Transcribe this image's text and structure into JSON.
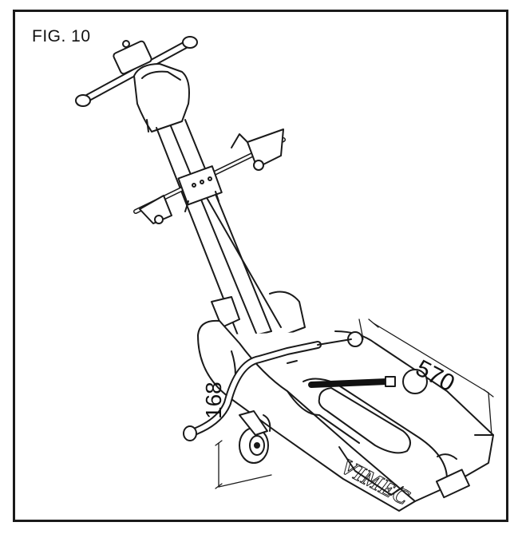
{
  "figure": {
    "label": "FIG. 10",
    "brand_text": "VIMEC"
  },
  "dimensions": {
    "width_label": "570",
    "height_label": "168"
  },
  "colors": {
    "line": "#1a1a1a",
    "highlight_arrow": "#111111",
    "background": "#ffffff"
  }
}
